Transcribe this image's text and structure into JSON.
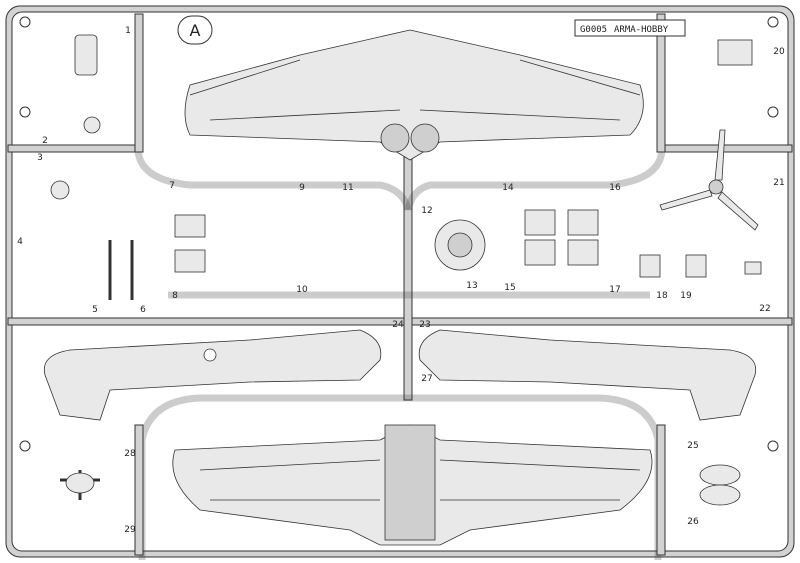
{
  "sprue": {
    "letter": "A",
    "code": "G0005",
    "brand": "ARMA-HOBBY"
  },
  "part_numbers": [
    "1",
    "2",
    "3",
    "4",
    "5",
    "6",
    "7",
    "8",
    "9",
    "10",
    "11",
    "12",
    "13",
    "14",
    "15",
    "16",
    "17",
    "18",
    "19",
    "20",
    "21",
    "22",
    "23",
    "24",
    "25",
    "26",
    "27",
    "28",
    "29"
  ],
  "colors": {
    "background": "#ffffff",
    "frame": "#d2d2d2",
    "outline": "#333333",
    "part_fill": "#e9e9e9",
    "part_shade": "#cfcfcf"
  },
  "icons": [
    "sprue-frame",
    "wing-upper-part",
    "wing-lower-part",
    "fuselage-left-part",
    "fuselage-right-part",
    "propeller-part",
    "engine-part",
    "landing-gear-part"
  ]
}
